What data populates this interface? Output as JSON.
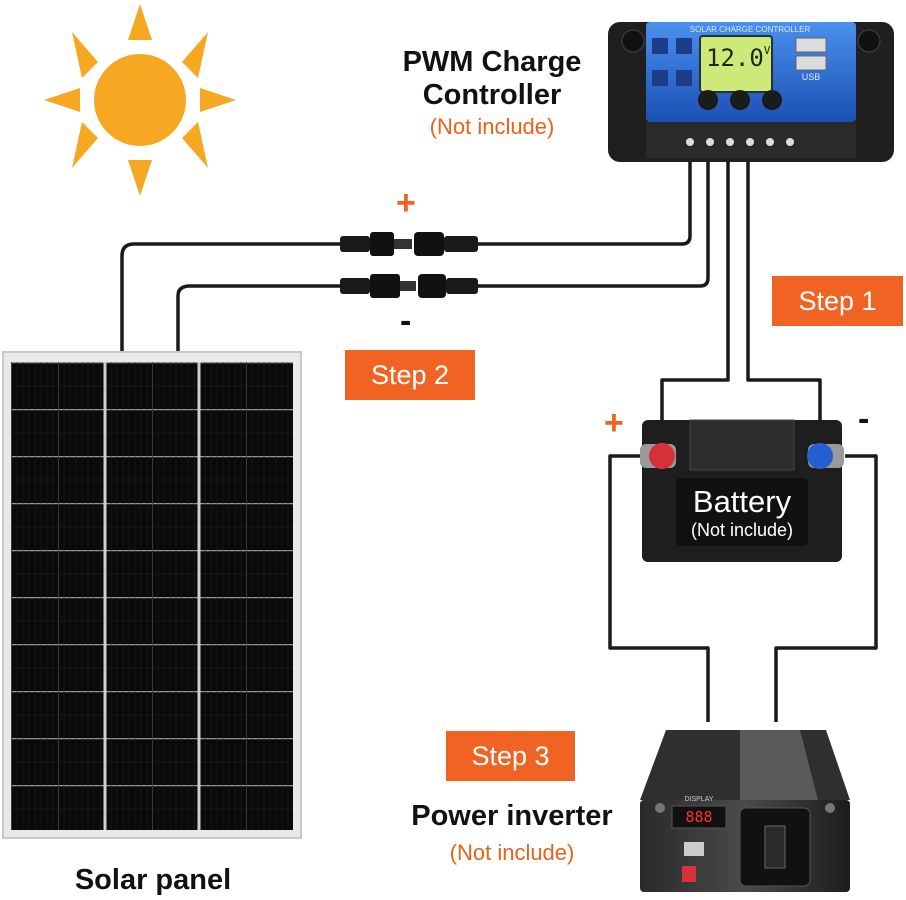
{
  "labels": {
    "controller_title_line1": "PWM Charge",
    "controller_title_line2": "Controller",
    "controller_note": "(Not include)",
    "controller_face": "SOLAR CHARGE CONTROLLER",
    "controller_display": "12.0",
    "controller_unit": "V",
    "battery_title": "Battery",
    "battery_note": "(Not include)",
    "inverter_title": "Power inverter",
    "inverter_note": "(Not include)",
    "inverter_display": "888",
    "inverter_brand": "DISPLAY",
    "panel_title": "Solar panel",
    "usb_label": "USB"
  },
  "steps": {
    "step1": "Step 1",
    "step2": "Step 2",
    "step3": "Step 3"
  },
  "signs": {
    "connector_plus": "+",
    "connector_minus": "-",
    "battery_plus": "+",
    "battery_minus": "-"
  },
  "colors": {
    "accent": "#f06322",
    "note_text": "#e8621a",
    "sun": "#f7a823",
    "wire": "#1a1a1a",
    "controller_face": "#2a6fd6",
    "battery_pos": "#d8303a",
    "battery_neg": "#2660d0"
  }
}
